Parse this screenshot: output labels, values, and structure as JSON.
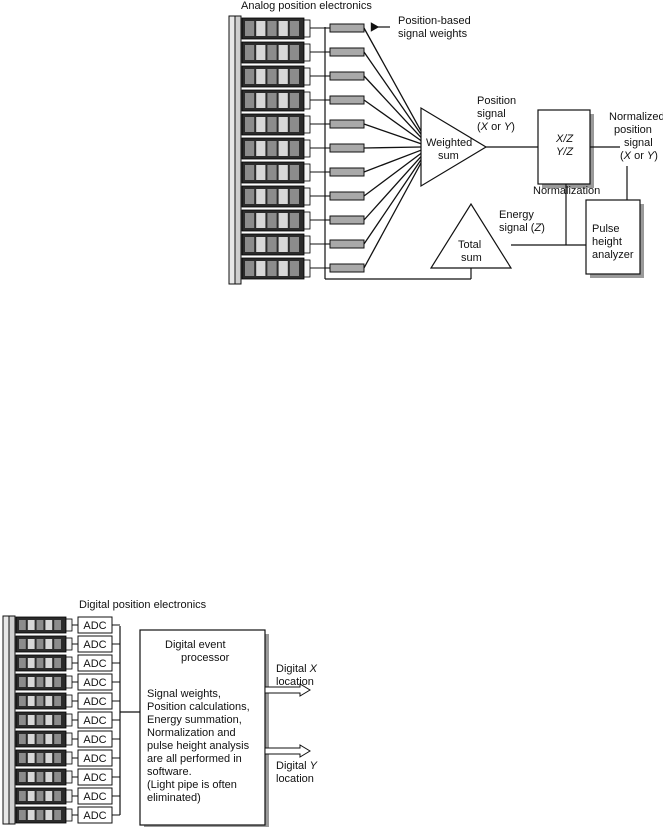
{
  "colors": {
    "line": "#111111",
    "box_fill": "#ffffff",
    "shadow": "#9a9a9a",
    "pmt_dark": "#2b2b2b",
    "pmt_light": "#d8d8d8",
    "weight_fill": "#a9a9a9"
  },
  "analog": {
    "title": "Analog position electronics",
    "weights_label": [
      "Position-based",
      "signal weights"
    ],
    "weighted_sum": [
      "Weighted",
      "sum"
    ],
    "position_signal": [
      "Position",
      "signal"
    ],
    "x_or_y": {
      "open": "(",
      "x": "X",
      "or": " or ",
      "y": "Y",
      "close": ")"
    },
    "ratio_box": [
      "X/Z",
      "Y/Z"
    ],
    "normalized": [
      "Normalized",
      "position",
      "signal"
    ],
    "normalization": "Normalization",
    "energy_signal": [
      "Energy",
      "signal ("
    ],
    "energy_z": "Z",
    "energy_close": ")",
    "total_sum": [
      "Total",
      "sum"
    ],
    "pha": [
      "Pulse",
      "height",
      "analyzer"
    ],
    "pmt_icons": "photomultiplier-tube-icon",
    "arrow_icon": "arrow-left-icon"
  },
  "digital": {
    "title": "Digital position electronics",
    "adc_label": "ADC",
    "adc_count": 11,
    "processor_title": [
      "Digital event",
      "processor"
    ],
    "processor_text": [
      "Signal weights,",
      "Position calculations,",
      "Energy summation,",
      "Normalization and",
      "pulse height analysis",
      "are all performed in",
      "software.",
      "(Light pipe is often",
      "eliminated)"
    ],
    "out_x": [
      "Digital ",
      "X",
      "location"
    ],
    "out_y": [
      "Digital ",
      "Y",
      "location"
    ],
    "out_arrow_icon": "hollow-arrow-right-icon"
  }
}
